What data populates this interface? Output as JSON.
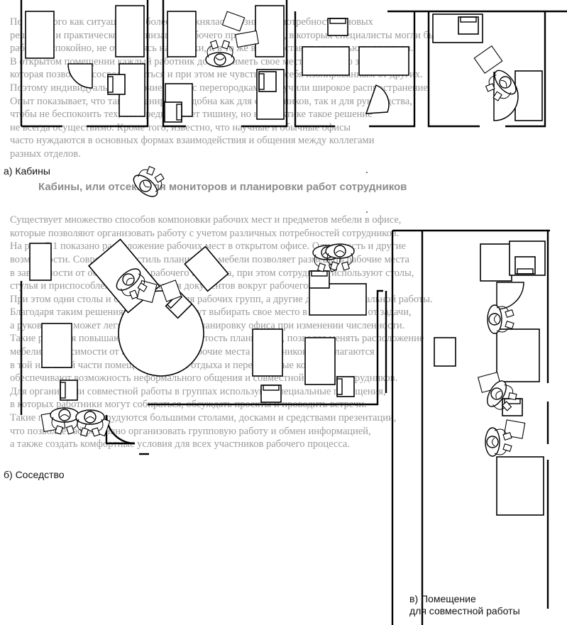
{
  "captions": {
    "a": "а) Кабины",
    "b": "б) Соседство",
    "c_line1": "в) Помещение",
    "c_line2": "для совместной работы"
  },
  "background_text": {
    "heading": "Кабины, или отсеки для мониторов и планировки работ сотрудников",
    "lines": [
      "По мере того как ситуация все более осложнялась, возникала потребность в новых",
      "решениях и практической организации рабочего пространства, в которых специалисты могли бы",
      "работать спокойно, не отвлекаясь на помехи, и в то же время оставаться частью коллектива.",
      "В открытом помещении каждый работник должен иметь свое место и личную зону,",
      "которая позволяет сосредоточиться и при этом не чувствовать себя изолированным от других.",
      "Поэтому индивидуальные рабочие места с перегородками получили широкое распространение.",
      "Опыт показывает, что такая планировка удобна как для сотрудников, так и для руководства,",
      "чтобы не беспокоить тех, кто предпочитает тишину, но на практике такое решение",
      "не всегда осуществимо. Кроме того, известно, что научные и обычные офисы",
      "часто нуждаются в основных формах взаимодействия и общения между коллегами",
      "разных отделов."
    ],
    "lines2": [
      "Существует множество способов компоновки рабочих мест и предметов мебели в офисе,",
      "которые позволяют организовать работу с учетом различных потребностей сотрудников.",
      "На рис. 7.1 показано расположение рабочих мест в открытом офисе. Однако есть и другие",
      "возможности. Современный стиль планировки мебели позволяет размещать рабочие места",
      "в зависимости от особенностей рабочего процесса, при этом сотрудники используют столы,",
      "стулья и приспособления для хранения документов вокруг рабочего места.",
      "При этом одни столы и стулья удобны для рабочих групп, а другие для индивидуальной работы.",
      "Благодаря таким решениям работники могут выбирать свое место в зависимости от задачи,",
      "а руководство может легко перестраивать планировку офиса при изменении численности.",
      "Такие решения повышают гибкость и открытость планировки, позволяя менять расположение",
      "мебели в зависимости от потребностей. Рабочие места сотрудников располагаются",
      "в той или иной части помещения, а зоны отдыха и переговорные комнаты",
      "обеспечивают возможность неформального общения и совместной работы сотрудников.",
      "Для организации совместной работы в группах используют специальные помещения,",
      "в которых работники могут собираться, обсуждать проекты и проводить встречи.",
      "Такие помещения оборудуются большими столами, досками и средствами презентации,",
      "что позволяет эффективно организовать групповую работу и обмен информацией,",
      "а также создать комфортные условия для всех участников рабочего процесса."
    ]
  }
}
